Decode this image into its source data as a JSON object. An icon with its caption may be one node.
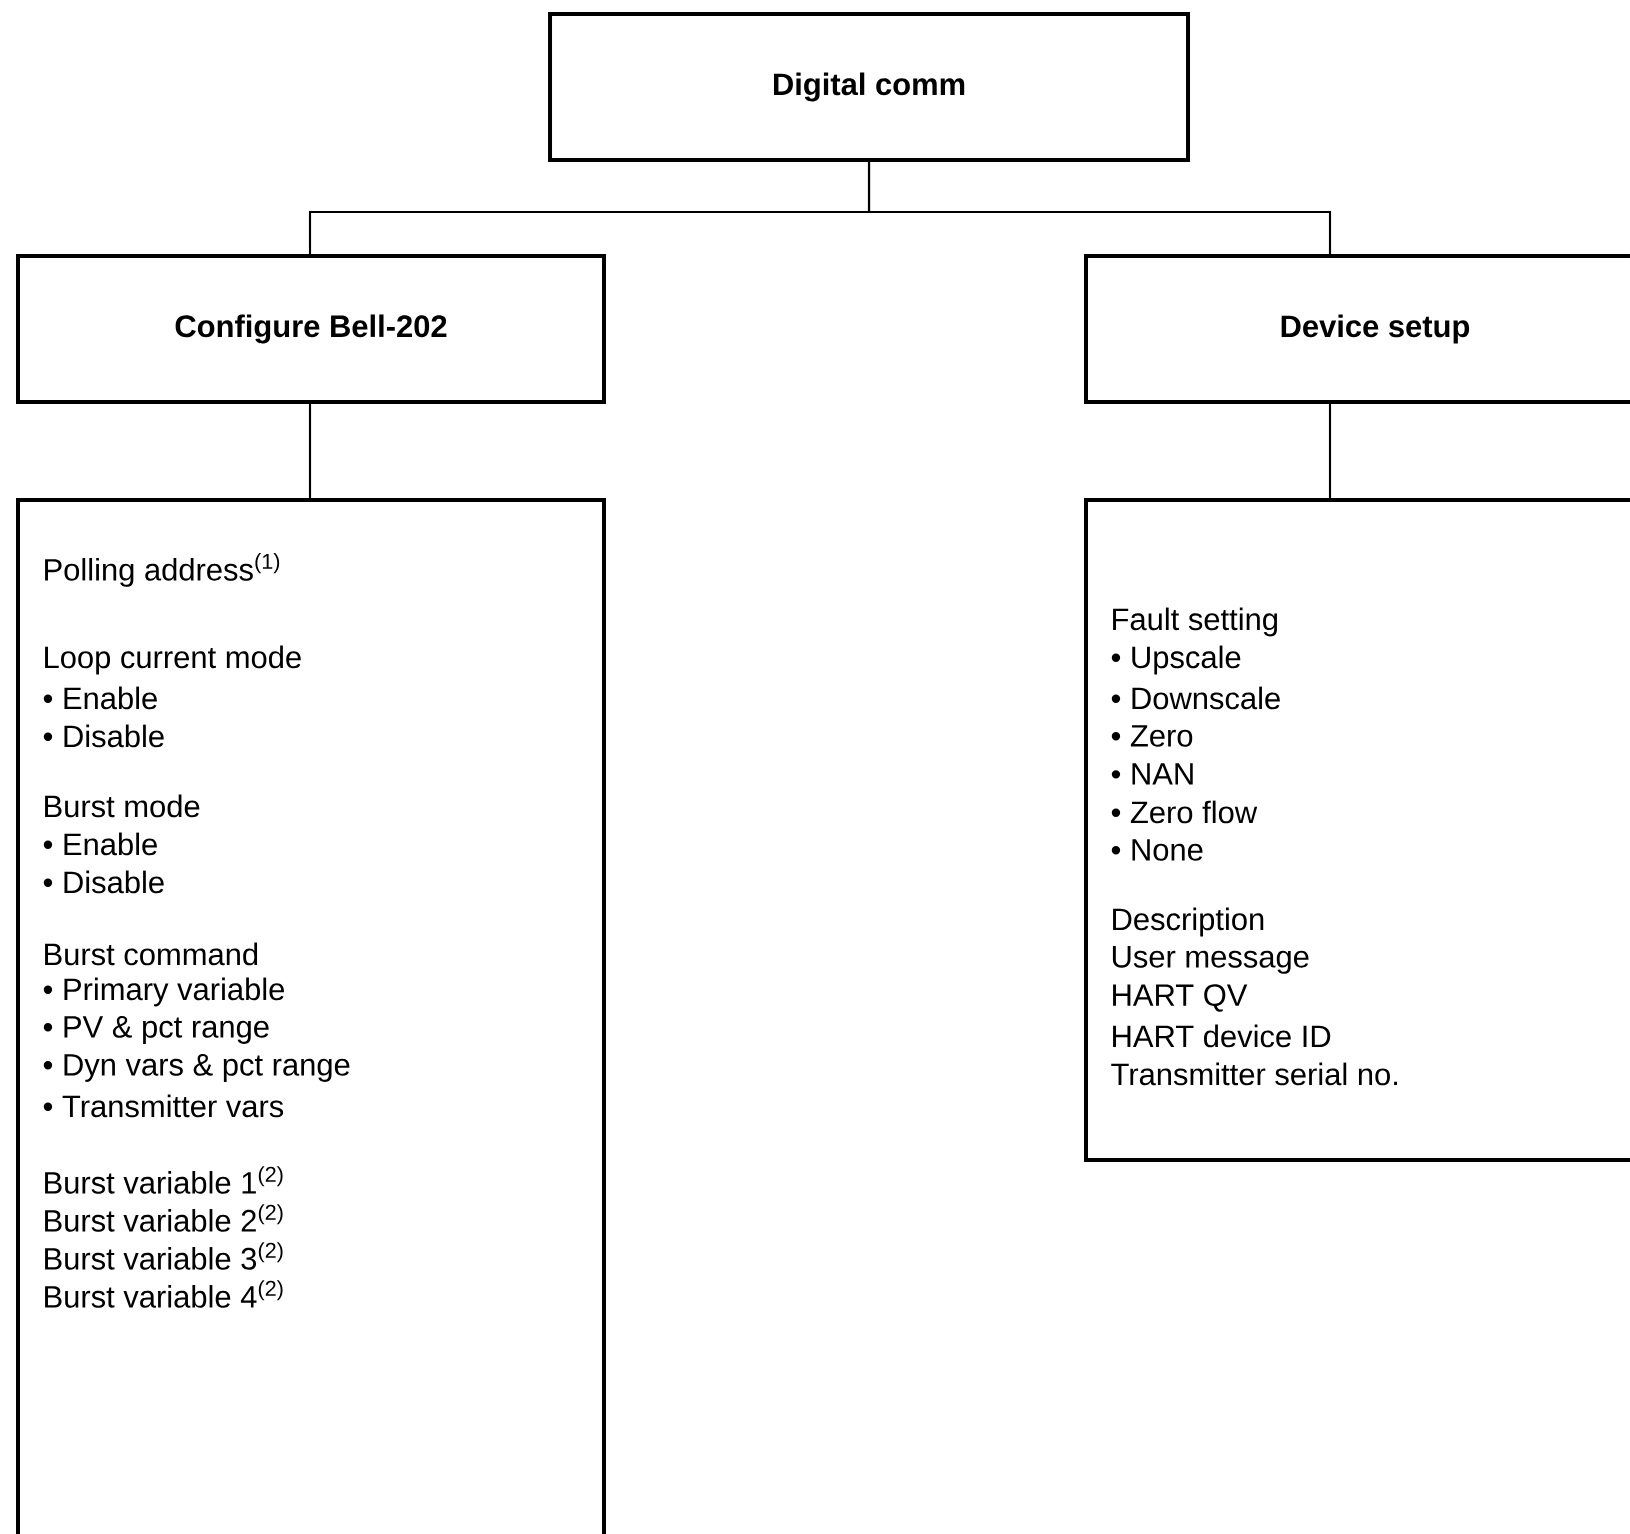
{
  "diagram": {
    "nodes": [
      {
        "text": [
          "Digital comm"
        ]
      },
      {
        "text": [
          "Configure Bell-202"
        ]
      },
      {
        "text": [
          "Device setup"
        ]
      },
      {
        "text": [
          "Polling address$^{(1)}$",
          "Loop current mode",
          "• Enable",
          "• Disable",
          "Burst mode",
          "• Enable",
          "• Disable",
          "Burst command",
          "• Primary variable",
          "• PV & pct range",
          "• Dyn vars & pct range",
          "• Transmitter vars",
          "Burst variable 1$^{(2)}$",
          "Burst variable 2$^{(2)}$",
          "Burst variable 3$^{(2)}$",
          "Burst variable 4$^{(2)}$"
        ]
      },
      {
        "text": [
          "Fault setting",
          "• Upscale",
          "• Downscale",
          "• Zero",
          "• NAN",
          "• Zero flow",
          "• None",
          "Description",
          "User message",
          "HART QV",
          "HART device ID",
          "Transmitter serial no."
        ]
      }
    ],
    "edges": [
      {
        "from": 0,
        "to": 1,
        "arrow": "none"
      },
      {
        "from": 0,
        "to": 2,
        "arrow": "none"
      },
      {
        "from": 1,
        "to": 3,
        "arrow": "none"
      },
      {
        "from": 2,
        "to": 4,
        "arrow": "none"
      }
    ]
  }
}
